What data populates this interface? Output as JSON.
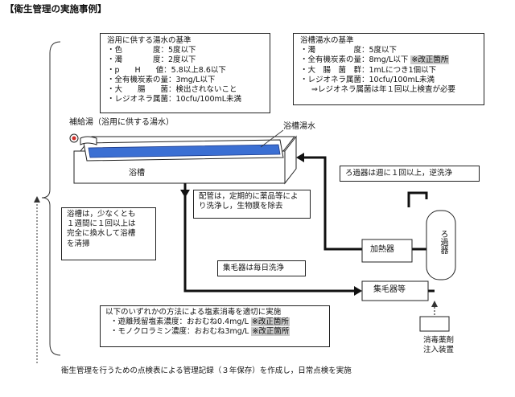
{
  "title": "【衛生管理の実施事例】",
  "bath_water_standard": {
    "heading": "浴用に供する湯水の基準",
    "lines": [
      "・色　　　　度：5度以下",
      "・濁　　　　度：2度以下",
      "・p　　H　　値：5.8以上8.6以下",
      "・全有機炭素の量：3mg/L以下",
      "・大　　腸　　菌：検出されないこと",
      "・レジオネラ属菌：10cfu/100mL未満"
    ]
  },
  "tub_water_standard": {
    "heading": "浴槽湯水の基準",
    "line1": "・濁　　　　　度：5度以下",
    "line2_text": "・全有機炭素の量：8mg/L以下",
    "line2_tag": "※改正箇所",
    "line3": "・大　腸　菌　群：1mLにつき1個以下",
    "line4": "・レジオネラ属菌：10cfu/100mL未満",
    "line5": "⇒レジオネラ属菌は年１回以上検査が必要"
  },
  "labels": {
    "supply": "補給湯（浴用に供する湯水）",
    "tub_water": "浴槽湯水",
    "tub": "浴槽",
    "heater": "加熱器",
    "filter": "ろ過器",
    "collector": "集毛器等",
    "injector_line1": "消毒薬剤",
    "injector_line2": "注入装置"
  },
  "notes": {
    "tub_clean": [
      "浴槽は，少なくとも",
      "１週間に１回以上は",
      "完全に換水して浴槽",
      "を清掃"
    ],
    "pipe_clean": [
      "配管は，定期的に薬品等によ",
      "り洗浄し，生物膜を除去"
    ],
    "filter_wash": "ろ過器は週に１回以上，逆洗浄",
    "collector_wash": "集毛器は毎日洗浄"
  },
  "disinfection": {
    "heading": "以下のいずれかの方法による塩素消毒を適切に実施",
    "line1_text": "・遊離残留塩素濃度：おおむね0.4mg/L",
    "line1_tag": "※改正箇所",
    "line2_text": "・モノクロラミン濃度：おおむね3mg/L",
    "line2_tag": "※改正箇所"
  },
  "footer": "衛生管理を行うための点検表による管理記録（３年保存）を作成し，日常点検を実施"
}
